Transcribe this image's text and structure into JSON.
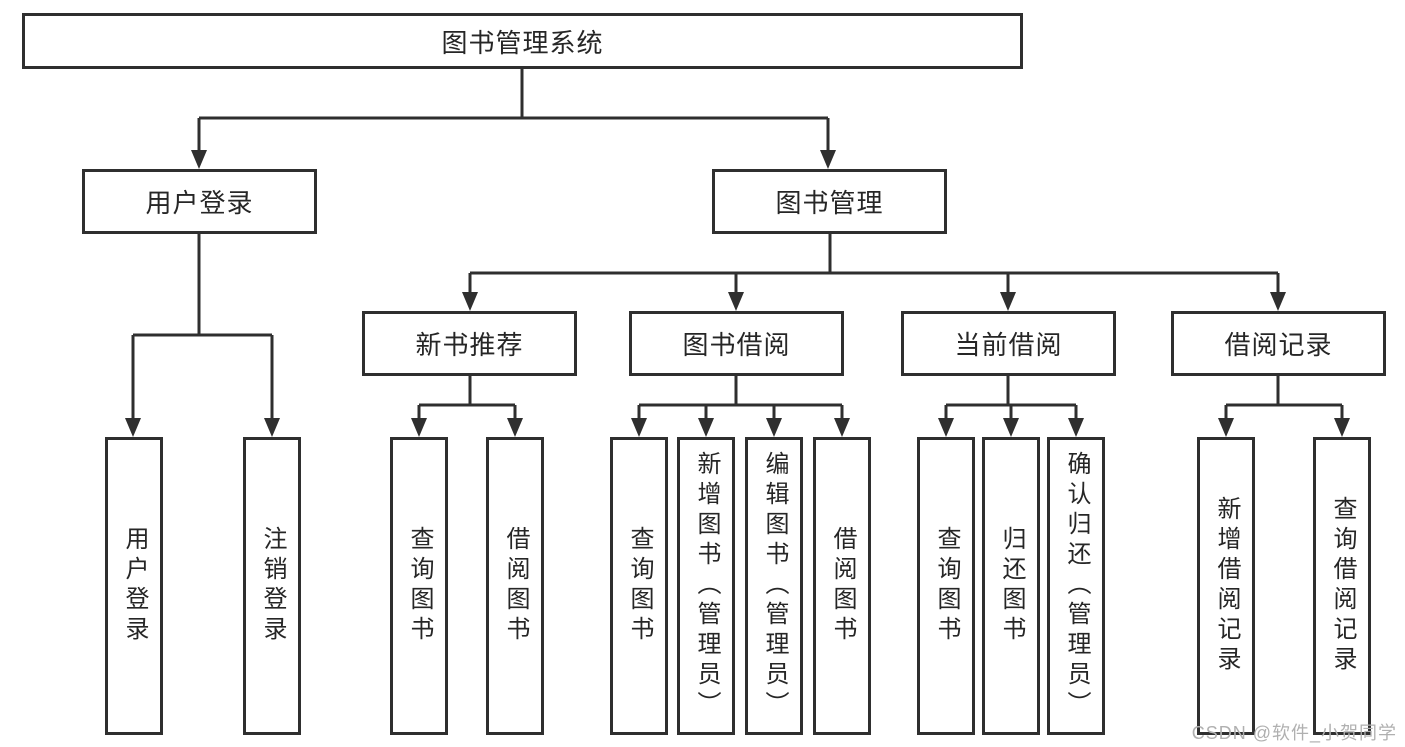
{
  "diagram": {
    "tree": {
      "root": {
        "label": "图书管理系统"
      },
      "children": [
        {
          "label": "用户登录",
          "children": [
            {
              "label": "用户登录"
            },
            {
              "label": "注销登录"
            }
          ]
        },
        {
          "label": "图书管理",
          "children": [
            {
              "label": "新书推荐",
              "children": [
                {
                  "label": "查询图书"
                },
                {
                  "label": "借阅图书"
                }
              ]
            },
            {
              "label": "图书借阅",
              "children": [
                {
                  "label": "查询图书"
                },
                {
                  "label": "新增图书（管理员）"
                },
                {
                  "label": "编辑图书（管理员）"
                },
                {
                  "label": "借阅图书"
                }
              ]
            },
            {
              "label": "当前借阅",
              "children": [
                {
                  "label": "查询图书"
                },
                {
                  "label": "归还图书"
                },
                {
                  "label": "确认归还（管理员）"
                }
              ]
            },
            {
              "label": "借阅记录",
              "children": [
                {
                  "label": "新增借阅记录"
                },
                {
                  "label": "查询借阅记录"
                }
              ]
            }
          ]
        }
      ]
    }
  },
  "watermark": {
    "text": "CSDN @软件_小贺同学"
  },
  "colors": {
    "line": "#2f2f2f",
    "text": "#262626",
    "box_background": "#ffffff",
    "watermark": "#b0b0b0",
    "background": "#ffffff"
  }
}
